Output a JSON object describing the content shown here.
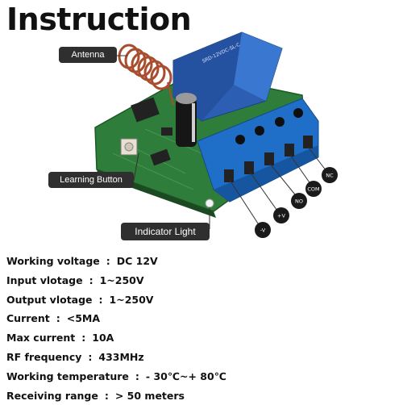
{
  "header": {
    "title": "Instruction"
  },
  "callouts": {
    "antenna": "Antenna",
    "learning_button": "Learning Button",
    "indicator_light": "Indicator Light"
  },
  "terminals": [
    "-V",
    "+V",
    "NO",
    "COM",
    "NC"
  ],
  "specs": [
    {
      "label": "Working voltage",
      "value": "DC 12V"
    },
    {
      "label": "Input vlotage",
      "value": "1~250V"
    },
    {
      "label": "Output vlotage",
      "value": "1~250V"
    },
    {
      "label": "Current",
      "value": "<5MA"
    },
    {
      "label": "Max current",
      "value": "10A"
    },
    {
      "label": "RF frequency",
      "value": "433MHz"
    },
    {
      "label": "Working temperature",
      "value": "- 30℃~+ 80℃"
    },
    {
      "label": "Receiving range",
      "value": "> 50 meters"
    }
  ]
}
